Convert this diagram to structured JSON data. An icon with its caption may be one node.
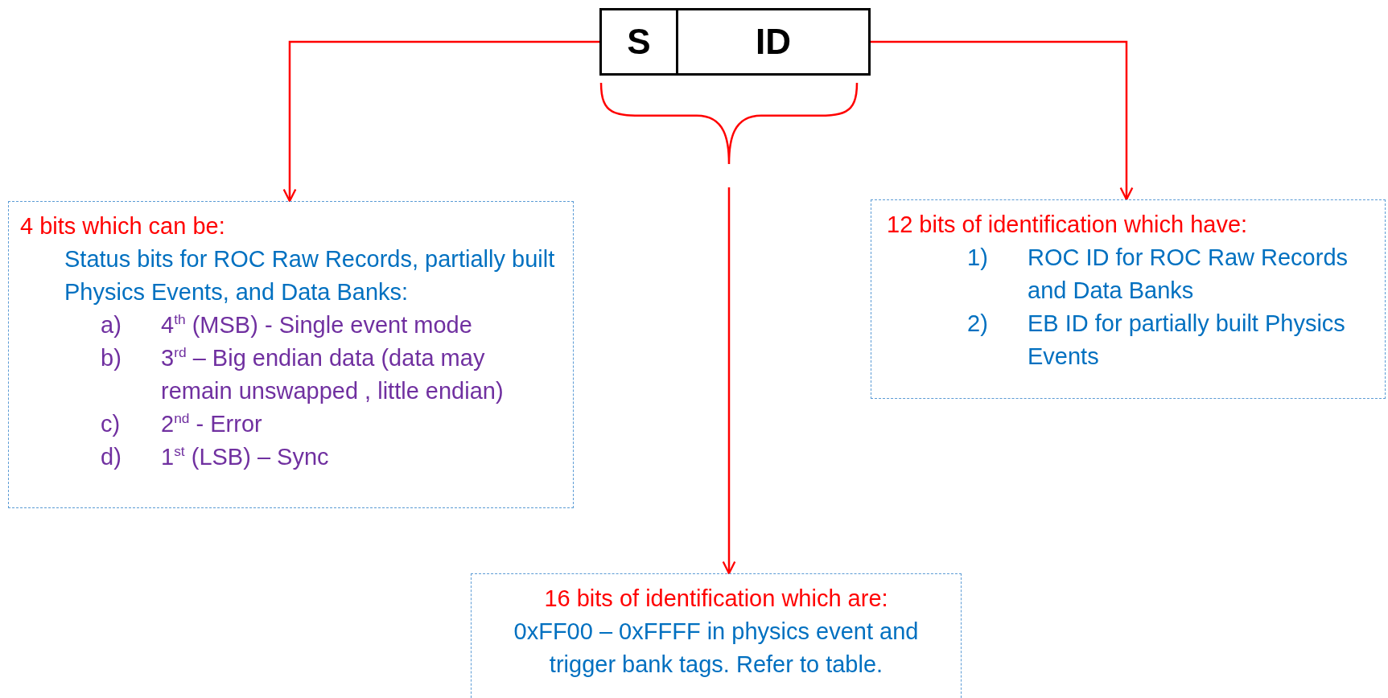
{
  "diagram": {
    "nodes": [
      {
        "text": [
          "S"
        ]
      },
      {
        "text": [
          "ID"
        ]
      },
      {
        "text": [],
        "shape": "bracket"
      },
      {
        "text": [
          "4 bits which can be:",
          "Status bits for ROC Raw Records, partially built Physics Events, and Data Banks:",
          "a) 4$^{th}$ (MSB) - Single event mode",
          "b) 3$^{rd}$ – Big endian data (data may remain unswapped , little endian)",
          "c) 2$^{nd}$ - Error",
          "d) 1$^{st}$ (LSB) – Sync"
        ]
      },
      {
        "text": [
          "12 bits of identification which have:",
          "1) ROC ID for ROC Raw Records and Data Banks",
          "2) EB ID for  partially built Physics Events"
        ]
      },
      {
        "text": [
          "16 bits of identification which are:",
          "0xFF00 – 0xFFFF in physics event and trigger bank tags.  Refer to table."
        ]
      }
    ],
    "edges": [
      {
        "from": 0,
        "to": 3,
        "arrow": "to"
      },
      {
        "from": 1,
        "to": 4,
        "arrow": "to"
      },
      {
        "from": 2,
        "to": 5,
        "arrow": "to"
      }
    ]
  }
}
